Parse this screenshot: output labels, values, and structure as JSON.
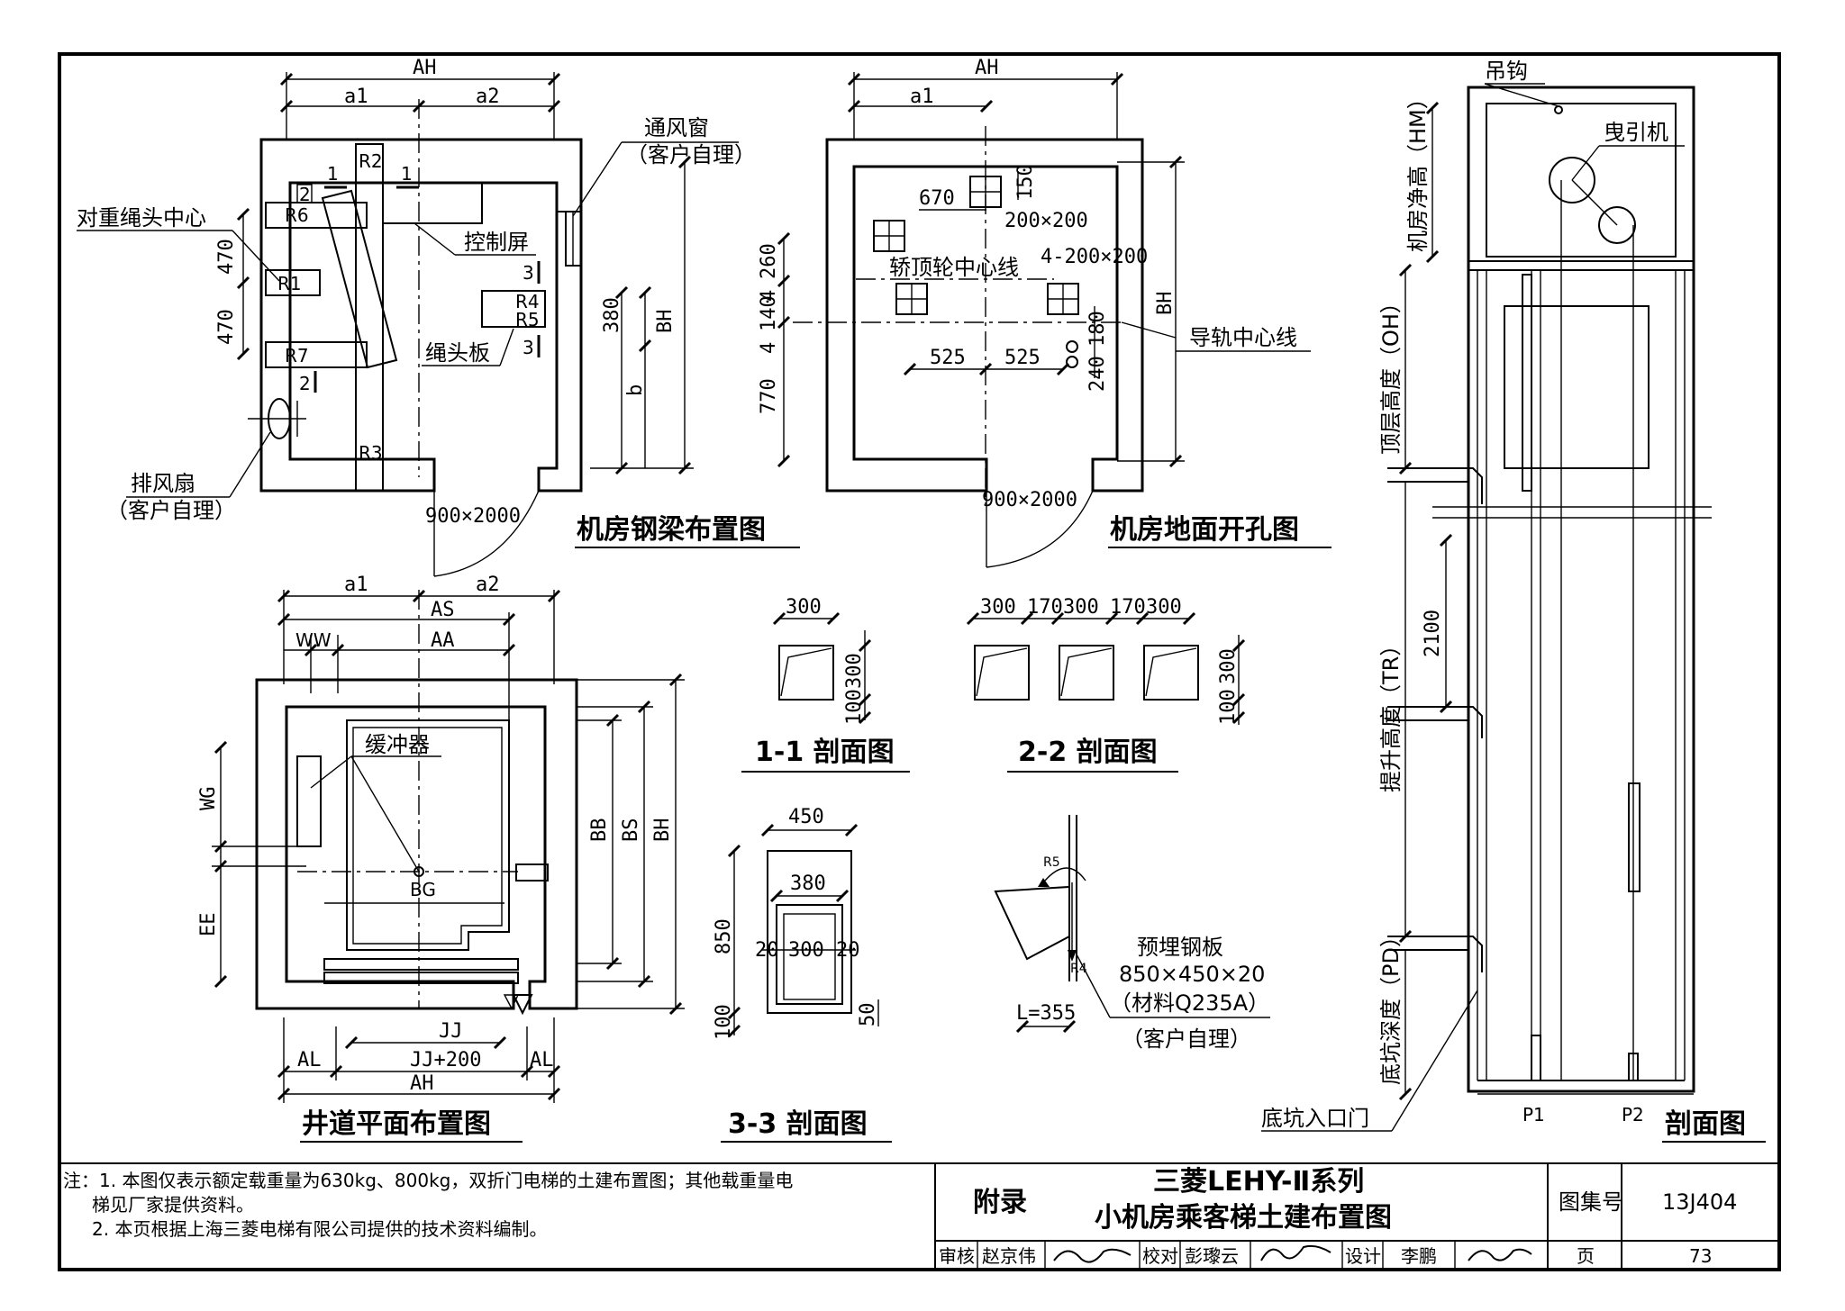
{
  "drawings": {
    "steel_beam": {
      "title": "机房钢梁布置图",
      "labels": [
        "AH",
        "a1",
        "a2",
        "R2",
        "R6",
        "R1",
        "R7",
        "R3",
        "R4",
        "R5",
        "470",
        "470",
        "380",
        "BH",
        "b",
        "900×2000"
      ],
      "marks": [
        "1",
        "1",
        "2",
        "2",
        "3",
        "3"
      ],
      "callouts": {
        "cw_rope": "对重绳头中心",
        "vent_window": "通风窗",
        "vent_window_note": "（客户自理）",
        "control_panel": "控制屏",
        "rope_plate": "绳头板",
        "exhaust_fan": "排风扇",
        "exhaust_fan_note": "（客户自理）"
      }
    },
    "floor_openings": {
      "title": "机房地面开孔图",
      "labels": [
        "AH",
        "a1",
        "670",
        "150",
        "200×200",
        "4-200×200",
        "轿顶轮中心线",
        "260",
        "4",
        "140",
        "4",
        "770",
        "180",
        "240",
        "525",
        "525",
        "BH",
        "导轨中心线",
        "900×2000"
      ]
    },
    "hoistway_plan": {
      "title": "井道平面布置图",
      "labels": [
        "a1",
        "a2",
        "AS",
        "WW",
        "AA",
        "WG",
        "EE",
        "BB",
        "BS",
        "BH",
        "BG",
        "JJ",
        "AL",
        "JJ+200",
        "AL",
        "AH"
      ],
      "callouts": {
        "buffer": "缓冲器"
      }
    },
    "section_1_1": {
      "title": "1-1 剖面图",
      "labels": [
        "300",
        "300",
        "100"
      ]
    },
    "section_2_2": {
      "title": "2-2 剖面图",
      "labels": [
        "300",
        "170",
        "300",
        "170",
        "300",
        "300",
        "100"
      ]
    },
    "section_3_3": {
      "title": "3-3 剖面图",
      "labels": [
        "450",
        "380",
        "850",
        "20",
        "300",
        "20",
        "100",
        "50"
      ]
    },
    "embedded_plate": {
      "labels": [
        "R5",
        "R4",
        "L=355"
      ],
      "note": [
        "预埋钢板",
        "850×450×20",
        "（材料Q235A）",
        "（客户自理）"
      ]
    },
    "section": {
      "title": "剖面图",
      "labels": [
        "吊钩",
        "曳引机",
        "机房净高（HM）",
        "顶层高度（OH）",
        "2100",
        "提升高度（TR）",
        "底坑深度（PD）",
        "底坑入口门",
        "P1",
        "P2"
      ]
    }
  },
  "notes": [
    "注：1. 本图仅表示额定载重量为630kg、800kg，双折门电梯的土建布置图；其他载重量电",
    "梯见厂家提供资料。",
    "2. 本页根据上海三菱电梯有限公司提供的技术资料编制。"
  ],
  "title_block": {
    "category": "附录",
    "title_line1": "三菱LEHY-Ⅱ系列",
    "title_line2": "小机房乘客梯土建布置图",
    "atlas_label": "图集号",
    "atlas_no": "13J404",
    "review_label": "审核",
    "reviewer": "赵京伟",
    "check_label": "校对",
    "checker": "彭瓈云",
    "design_label": "设计",
    "designer": "李鹏",
    "page_label": "页",
    "page_no": "73"
  }
}
